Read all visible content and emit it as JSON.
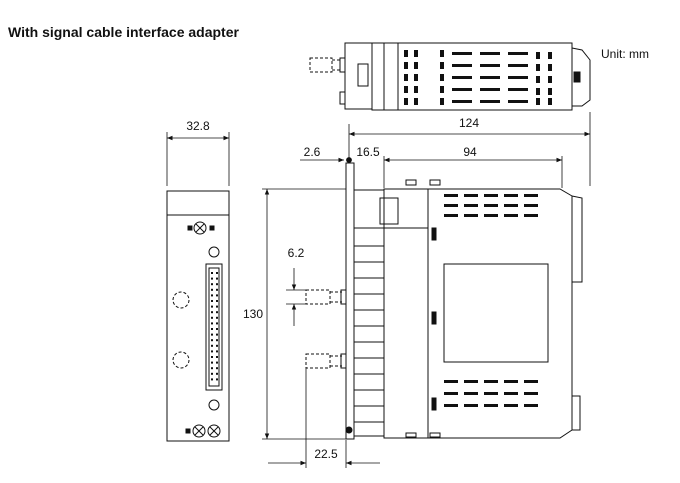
{
  "title": "With signal cable interface adapter",
  "unit": "Unit: mm",
  "dimensions": {
    "width_front": "32.8",
    "total_depth": "124",
    "offset_a": "2.6",
    "offset_b": "16.5",
    "body_depth": "94",
    "pitch": "6.2",
    "height": "130",
    "connector_depth": "22.5"
  }
}
